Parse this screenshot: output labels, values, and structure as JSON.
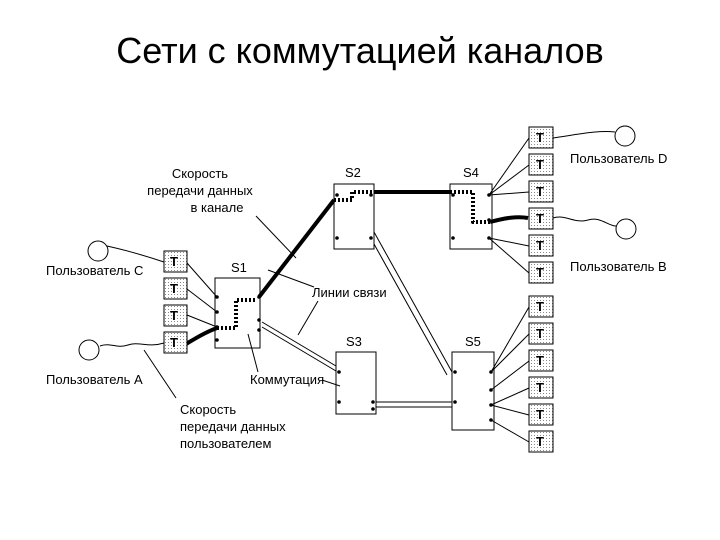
{
  "title": "Сети с коммутацией каналов",
  "terminal_label": "T",
  "switches": {
    "s1": "S1",
    "s2": "S2",
    "s3": "S3",
    "s4": "S4",
    "s5": "S5"
  },
  "users": {
    "a": "Пользователь A",
    "b": "Пользователь B",
    "c": "Пользователь C",
    "d": "Пользователь D"
  },
  "annotations": {
    "channel_rate": [
      "Скорость",
      "передачи данных",
      "в канале"
    ],
    "lines": "Линии связи",
    "switching": "Коммутация",
    "user_rate": [
      "Скорость",
      "передачи данных",
      "пользователем"
    ]
  }
}
